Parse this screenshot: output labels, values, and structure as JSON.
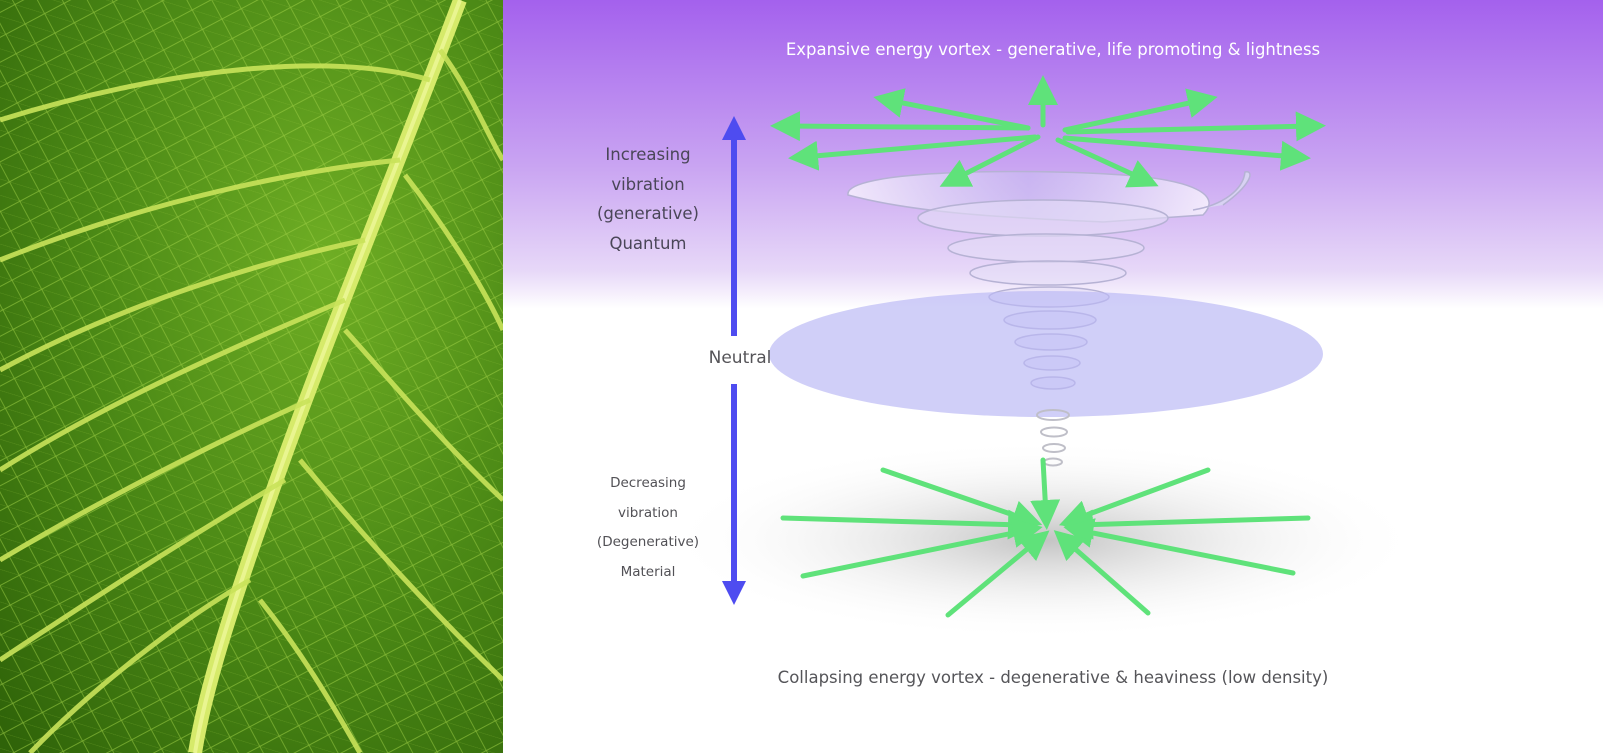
{
  "diagram": {
    "title_top": "Expansive energy vortex - generative, life promoting & lightness",
    "title_bottom": "Collapsing energy vortex - degenerative & heaviness (low density)",
    "increasing": [
      "Increasing",
      "vibration",
      "(generative)",
      "Quantum"
    ],
    "neutral": "Neutral",
    "decreasing": [
      "Decreasing",
      "vibration",
      "(Degenerative)",
      "Material"
    ]
  },
  "colors": {
    "background_top": "#a461ed",
    "arrow_green": "#5fe27a",
    "scale_arrow": "#4e4cf0",
    "neutral_disc": "#b9b8f4",
    "leaf_green": "#4c8a16",
    "leaf_vein": "#c9e35a"
  },
  "image": {
    "left_panel": "green leaf macro photograph with veins"
  }
}
